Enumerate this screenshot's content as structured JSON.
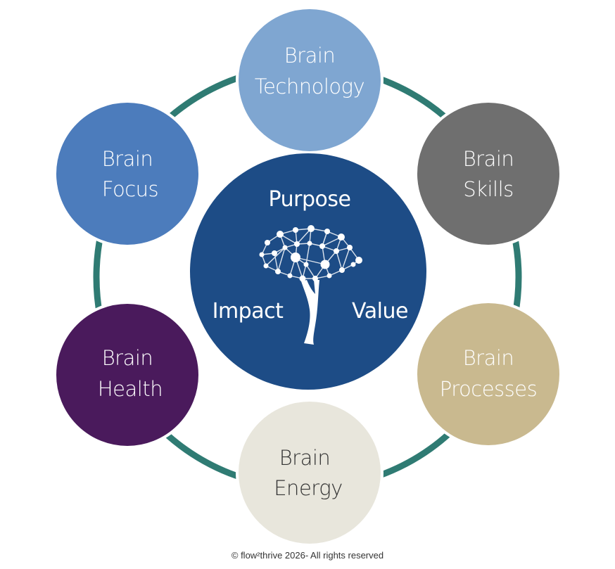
{
  "center": {
    "top_label": "Purpose",
    "left_label": "Impact",
    "right_label": "Value",
    "color": "#1d4c86",
    "icon": "brain-tree-icon"
  },
  "ring_color": "#2f7b73",
  "nodes": [
    {
      "id": "technology",
      "line1": "Brain",
      "line2": "Technology",
      "fill": "#7fa6d1",
      "text_color": "#ffffff"
    },
    {
      "id": "skills",
      "line1": "Brain",
      "line2": "Skills",
      "fill": "#6f6f6f",
      "text_color": "#ffffff"
    },
    {
      "id": "processes",
      "line1": "Brain",
      "line2": "Processes",
      "fill": "#c9b98f",
      "text_color": "#ffffff"
    },
    {
      "id": "energy",
      "line1": "Brain",
      "line2": "Energy",
      "fill": "#e8e6dc",
      "text_color": "#333333"
    },
    {
      "id": "health",
      "line1": "Brain",
      "line2": "Health",
      "fill": "#4a1a5c",
      "text_color": "#ffffff"
    },
    {
      "id": "focus",
      "line1": "Brain",
      "line2": "Focus",
      "fill": "#4c7cbc",
      "text_color": "#ffffff"
    }
  ],
  "footer": "© flow²thrive 2026- All rights reserved"
}
